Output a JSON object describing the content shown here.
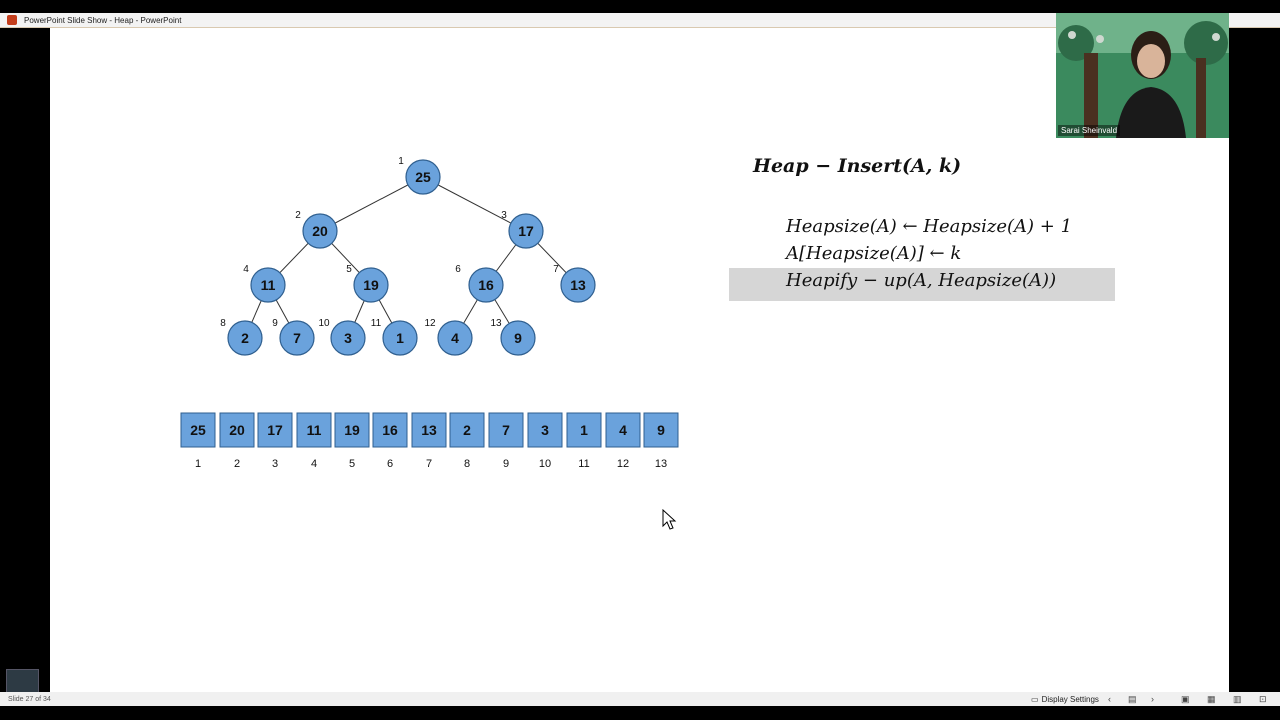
{
  "window": {
    "title": "PowerPoint Slide Show  -  Heap - PowerPoint"
  },
  "slide": {
    "tree_nodes": [
      {
        "index": "1",
        "value": "25"
      },
      {
        "index": "2",
        "value": "20"
      },
      {
        "index": "3",
        "value": "17"
      },
      {
        "index": "4",
        "value": "11"
      },
      {
        "index": "5",
        "value": "19"
      },
      {
        "index": "6",
        "value": "16"
      },
      {
        "index": "7",
        "value": "13"
      },
      {
        "index": "8",
        "value": "2"
      },
      {
        "index": "9",
        "value": "7"
      },
      {
        "index": "10",
        "value": "3"
      },
      {
        "index": "11",
        "value": "1"
      },
      {
        "index": "12",
        "value": "4"
      },
      {
        "index": "13",
        "value": "9"
      }
    ],
    "array_values": [
      "25",
      "20",
      "17",
      "11",
      "19",
      "16",
      "13",
      "2",
      "7",
      "3",
      "1",
      "4",
      "9"
    ],
    "array_indices": [
      "1",
      "2",
      "3",
      "4",
      "5",
      "6",
      "7",
      "8",
      "9",
      "10",
      "11",
      "12",
      "13"
    ],
    "algorithm": {
      "title": "Heap − Insert(A, k)",
      "lines": [
        "Heapsize(A) ← Heapsize(A) + 1",
        "A[Heapsize(A)] ← k",
        "Heapify − up(A, Heapsize(A))"
      ]
    },
    "colors": {
      "node_fill": "#6aa2dc",
      "node_stroke": "#2f5f8f",
      "highlight": "#d6d6d6"
    }
  },
  "webcam": {
    "name": "Sarai Sheinvald"
  },
  "statusbar": {
    "slide_counter": "Slide 27 of 34",
    "display_settings": "Display Settings"
  }
}
